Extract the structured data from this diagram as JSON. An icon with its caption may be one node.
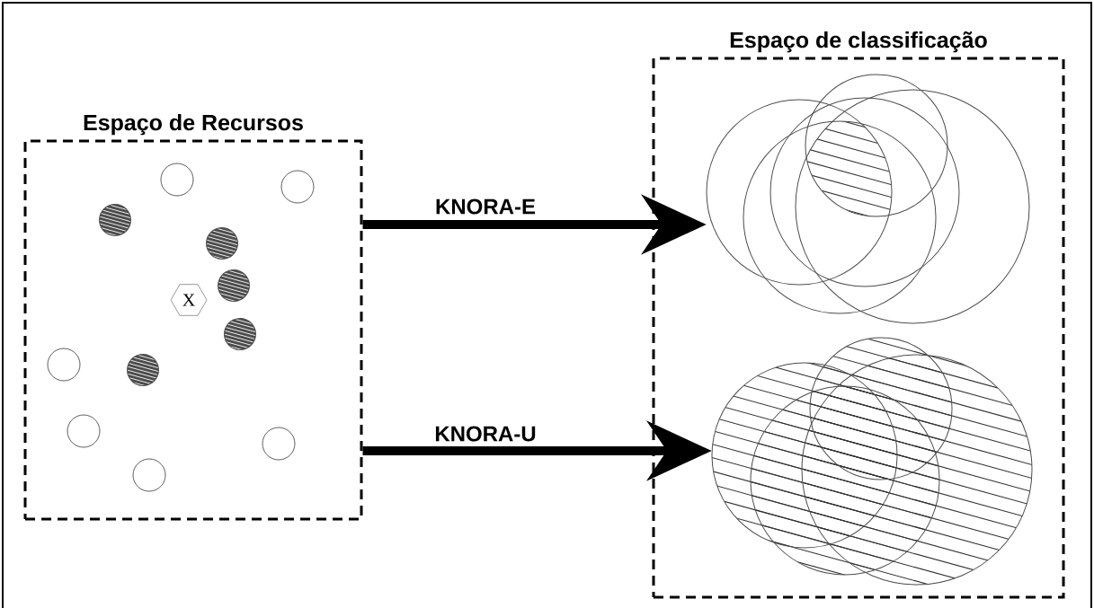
{
  "diagram": {
    "nodes": [
      {
        "text": [
          "Espaço de Recursos"
        ]
      },
      {
        "text": [
          "X"
        ],
        "in": 0
      },
      {
        "text": [
          "Espaço de classificação"
        ]
      },
      {
        "text": [],
        "shape": "circle",
        "in": 2
      },
      {
        "text": [],
        "shape": "circle",
        "in": 2
      }
    ],
    "edges": [
      {
        "from": 0,
        "to": 3,
        "arrow": "to",
        "label": "KNORA-E"
      },
      {
        "from": 0,
        "to": 4,
        "arrow": "to",
        "label": "KNORA-U"
      }
    ]
  }
}
